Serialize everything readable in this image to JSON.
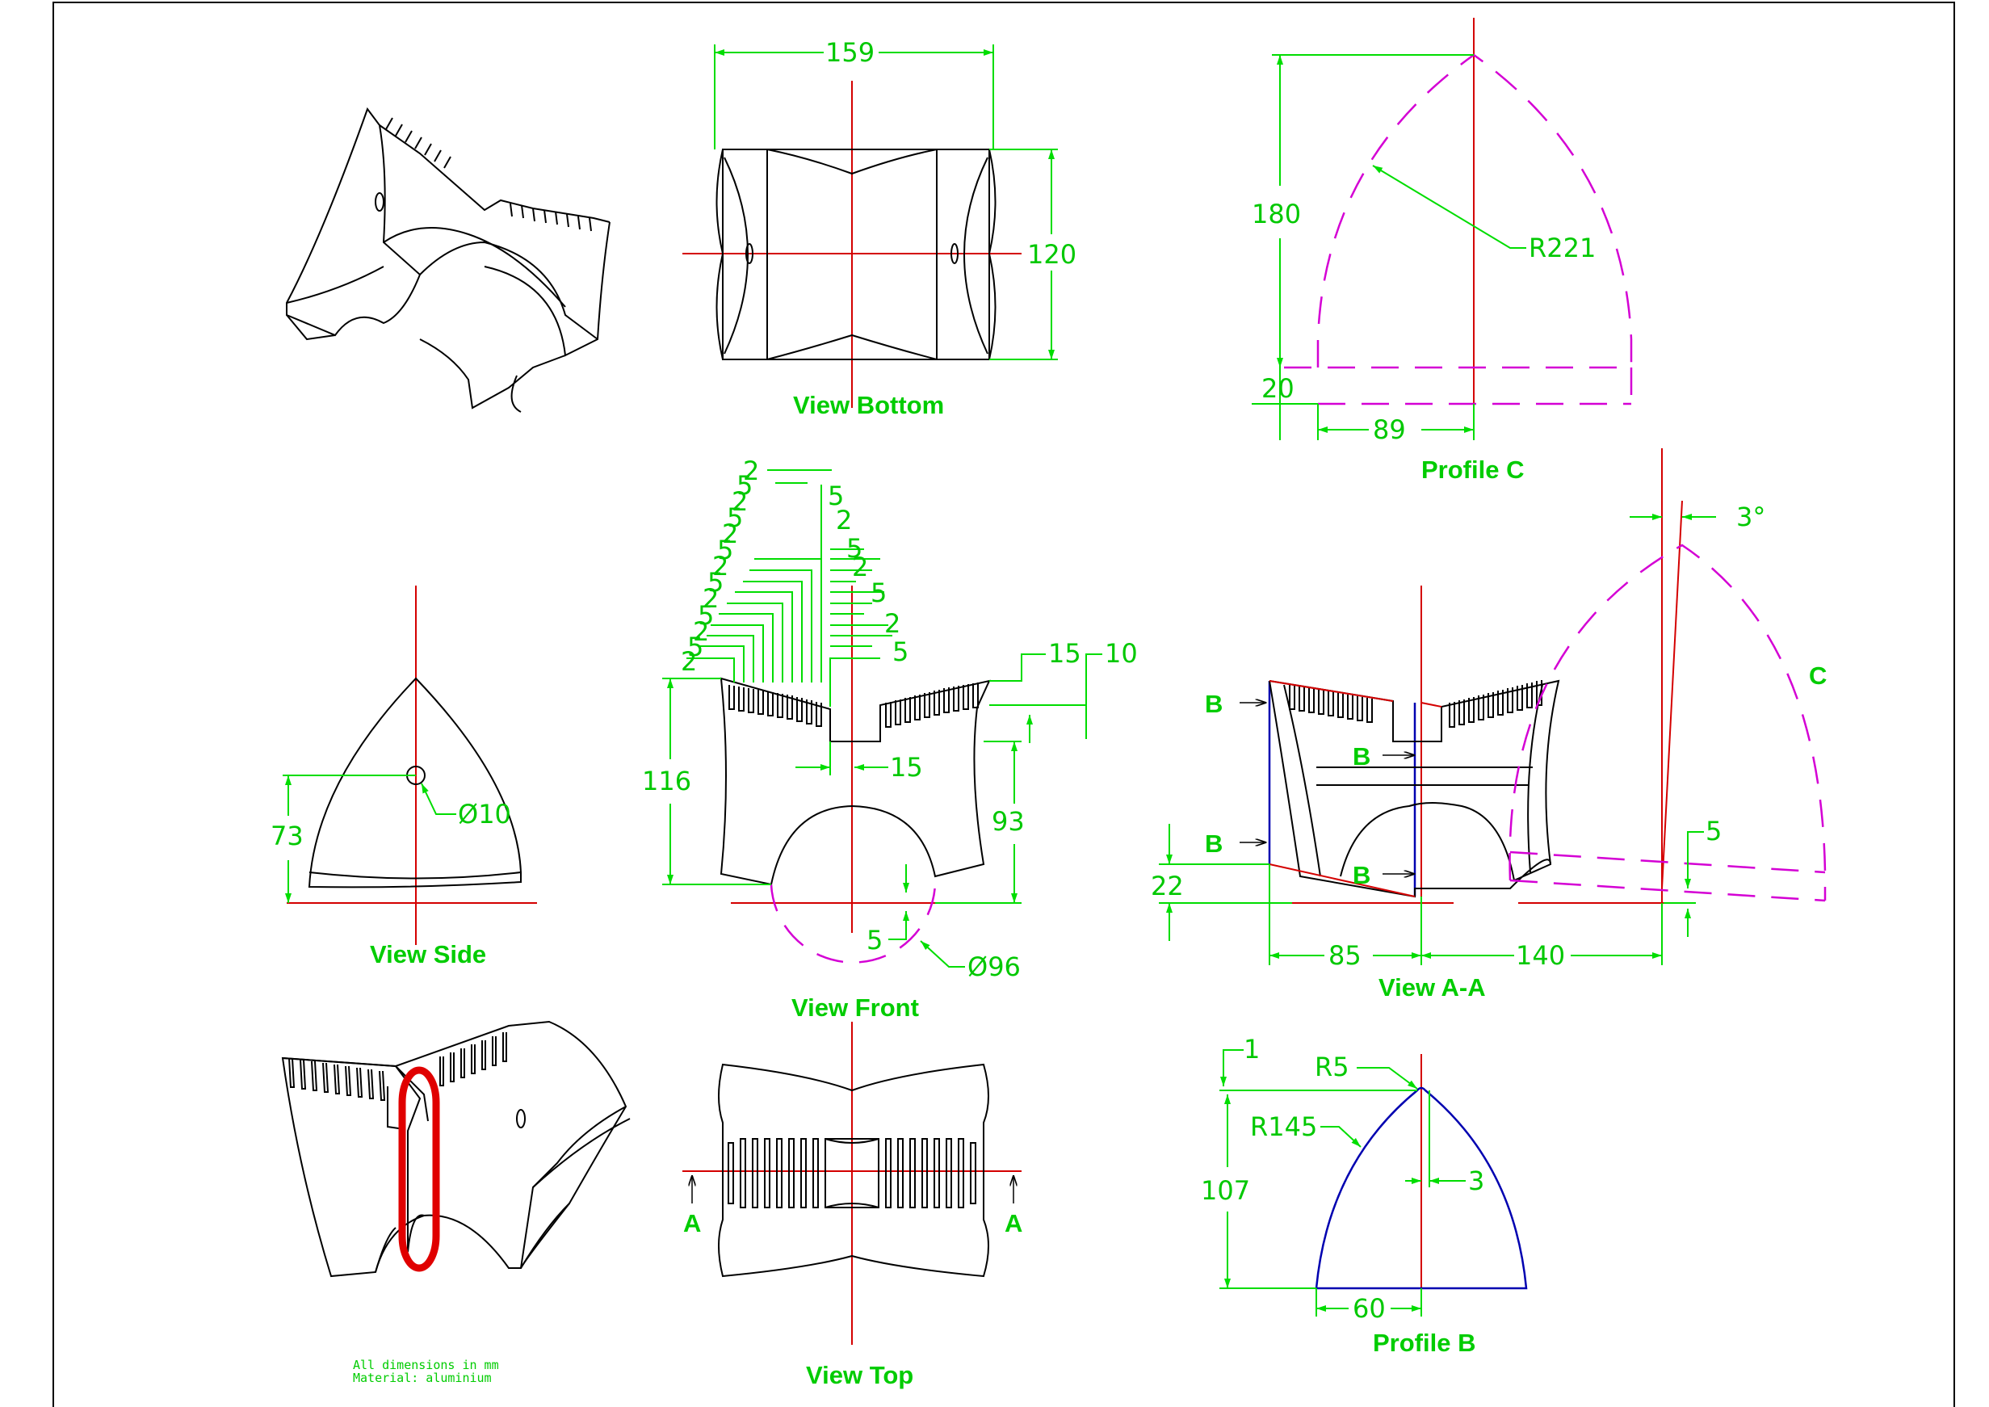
{
  "colors": {
    "object_lines": "#000000",
    "center_lines": "#d40000",
    "dimensions": "#00c800",
    "phantom_profile": "#d400d4",
    "section_profile": "#0000b0",
    "highlight": "#e00000"
  },
  "views": {
    "bottom": {
      "title": "View Bottom",
      "dims": {
        "width": "159",
        "height": "120"
      }
    },
    "profile_c": {
      "title": "Profile C",
      "dims": {
        "height": "180",
        "radius": "R221",
        "base": "20",
        "half_width": "89"
      }
    },
    "side": {
      "title": "View Side",
      "dims": {
        "hole_height": "73",
        "hole_diameter": "Ø10"
      }
    },
    "front": {
      "title": "View Front",
      "dims": {
        "fin_pitch": [
          "2",
          "5",
          "2",
          "5",
          "2",
          "5",
          "2",
          "5",
          "2",
          "5",
          "2",
          "5",
          "2",
          "5",
          "2",
          "5",
          "2",
          "5",
          "2",
          "5"
        ],
        "height_left": "116",
        "height_right": "93",
        "slot_width": "15",
        "fin_depth": "15",
        "fin_depth_right": "10",
        "arc_offset": "5",
        "arc_diameter": "Ø96"
      }
    },
    "section_aa": {
      "title": "View A-A",
      "cut_labels": [
        "B",
        "B",
        "B",
        "B"
      ],
      "profile_label": "C",
      "dims": {
        "angle": "3°",
        "offset": "5",
        "base_height": "22",
        "left": "85",
        "right": "140"
      }
    },
    "top": {
      "title": "View Top",
      "section_markers": [
        "A",
        "A"
      ]
    },
    "profile_b": {
      "title": "Profile B",
      "dims": {
        "top_offset": "1",
        "tip_radius": "R5",
        "radius": "R145",
        "height": "107",
        "tip_offset": "3",
        "half_width": "60"
      }
    }
  },
  "notes": {
    "units": "All dimensions in mm",
    "material": "Material: aluminium"
  }
}
